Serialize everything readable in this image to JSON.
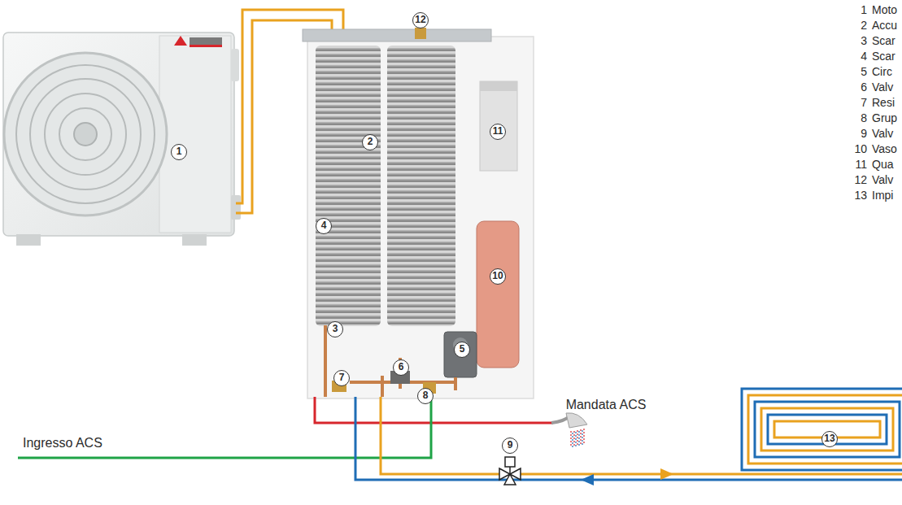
{
  "diagram": {
    "labels": [
      "1",
      "12",
      "2",
      "11",
      "4",
      "10",
      "3",
      "5",
      "7",
      "6",
      "8",
      "9",
      "13",
      "1",
      "Moto",
      "2",
      "Accu",
      "3",
      "Scar",
      "4",
      "Scar",
      "5",
      "Circ",
      "6",
      "Valv",
      "7",
      "Resi",
      "8",
      "Grup",
      "9",
      "Valv",
      "10",
      "Vaso",
      "11",
      "Qua",
      "12",
      "Valv",
      "13",
      "Impi",
      "Mandata ACS",
      "Ingresso ACS"
    ]
  }
}
